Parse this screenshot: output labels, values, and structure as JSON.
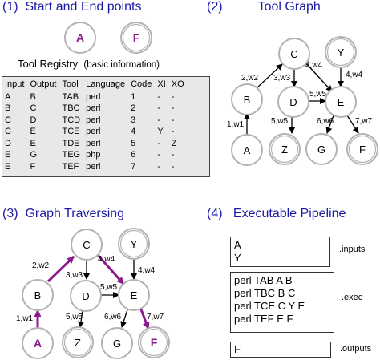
{
  "panels": {
    "p1": {
      "num": "(1)",
      "title": "Start and End points"
    },
    "p2": {
      "num": "(2)",
      "title": "Tool Graph"
    },
    "p3": {
      "num": "(3)",
      "title": "Graph Traversing"
    },
    "p4": {
      "num": "(4)",
      "title": "Executable Pipeline"
    }
  },
  "start_end": {
    "start": "A",
    "end": "F"
  },
  "registry": {
    "title": "Tool Registry",
    "subtitle": "(basic information)",
    "headers": [
      "Input",
      "Output",
      "Tool",
      "Language",
      "Code",
      "XI",
      "XO"
    ],
    "rows": [
      [
        "A",
        "B",
        "TAB",
        "perl",
        "1",
        "-",
        "-"
      ],
      [
        "B",
        "C",
        "TBC",
        "perl",
        "2",
        "-",
        "-"
      ],
      [
        "C",
        "D",
        "TCD",
        "perl",
        "3",
        "-",
        "-"
      ],
      [
        "C",
        "E",
        "TCE",
        "perl",
        "4",
        "Y",
        "-"
      ],
      [
        "D",
        "E",
        "TDE",
        "perl",
        "5",
        "-",
        "Z"
      ],
      [
        "E",
        "G",
        "TEG",
        "php",
        "6",
        "-",
        "-"
      ],
      [
        "E",
        "F",
        "TEF",
        "perl",
        "7",
        "-",
        "-"
      ]
    ]
  },
  "graph": {
    "nodes": {
      "A": "A",
      "B": "B",
      "C": "C",
      "D": "D",
      "E": "E",
      "F": "F",
      "G": "G",
      "Y": "Y",
      "Z": "Z"
    },
    "edge_labels": [
      "1,w1",
      "2,w2",
      "3,w3",
      "4,w4",
      "4,w4",
      "5,w5",
      "5,w5",
      "6,w6",
      "7,w7"
    ]
  },
  "pipeline": {
    "inputs": {
      "lines": [
        "A",
        "Y"
      ],
      "label": ".inputs"
    },
    "exec": {
      "lines": [
        "perl TAB A B",
        "perl TBC B C",
        "perl TCE C Y E",
        "perl TEF E F"
      ],
      "label": ".exec"
    },
    "outputs": {
      "lines": [
        "F"
      ],
      "label": ".outputs"
    }
  },
  "colors": {
    "title": "#1a1aa6",
    "highlight": "#8b1a8b",
    "node_stroke": "#b3b3b3",
    "edge": "#000000"
  }
}
